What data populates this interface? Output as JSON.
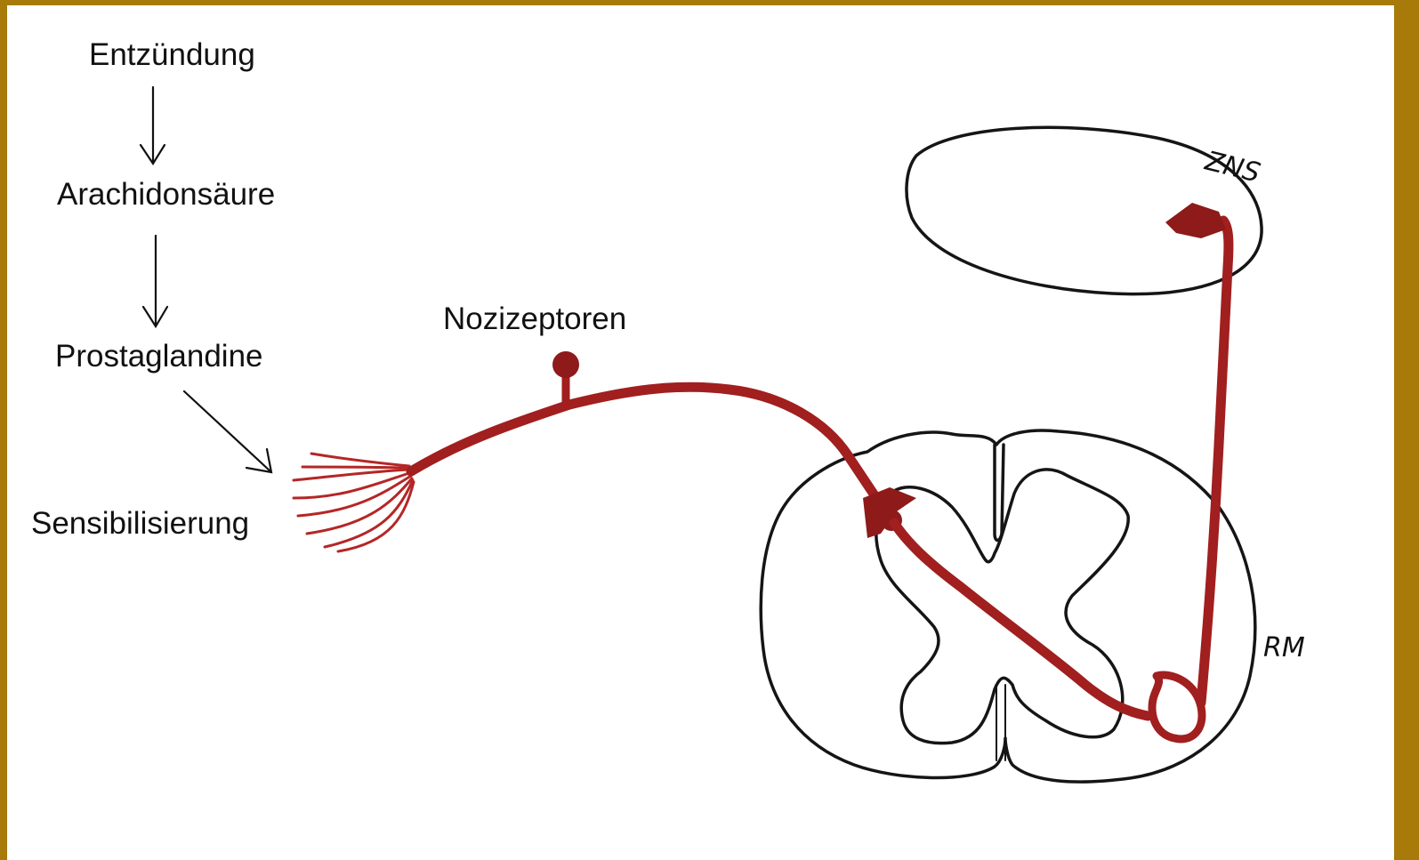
{
  "cascade": {
    "step1": "Entzündung",
    "step2": "Arachidonsäure",
    "step3": "Prostaglandine",
    "step4": "Sensibilisierung"
  },
  "labels": {
    "nociceptors": "Nozizeptoren",
    "cns": "ZNS",
    "spinal_cord": "RM"
  },
  "colors": {
    "frame": "#a77a0a",
    "nerve": "#a11f1f",
    "outline": "#151515"
  }
}
